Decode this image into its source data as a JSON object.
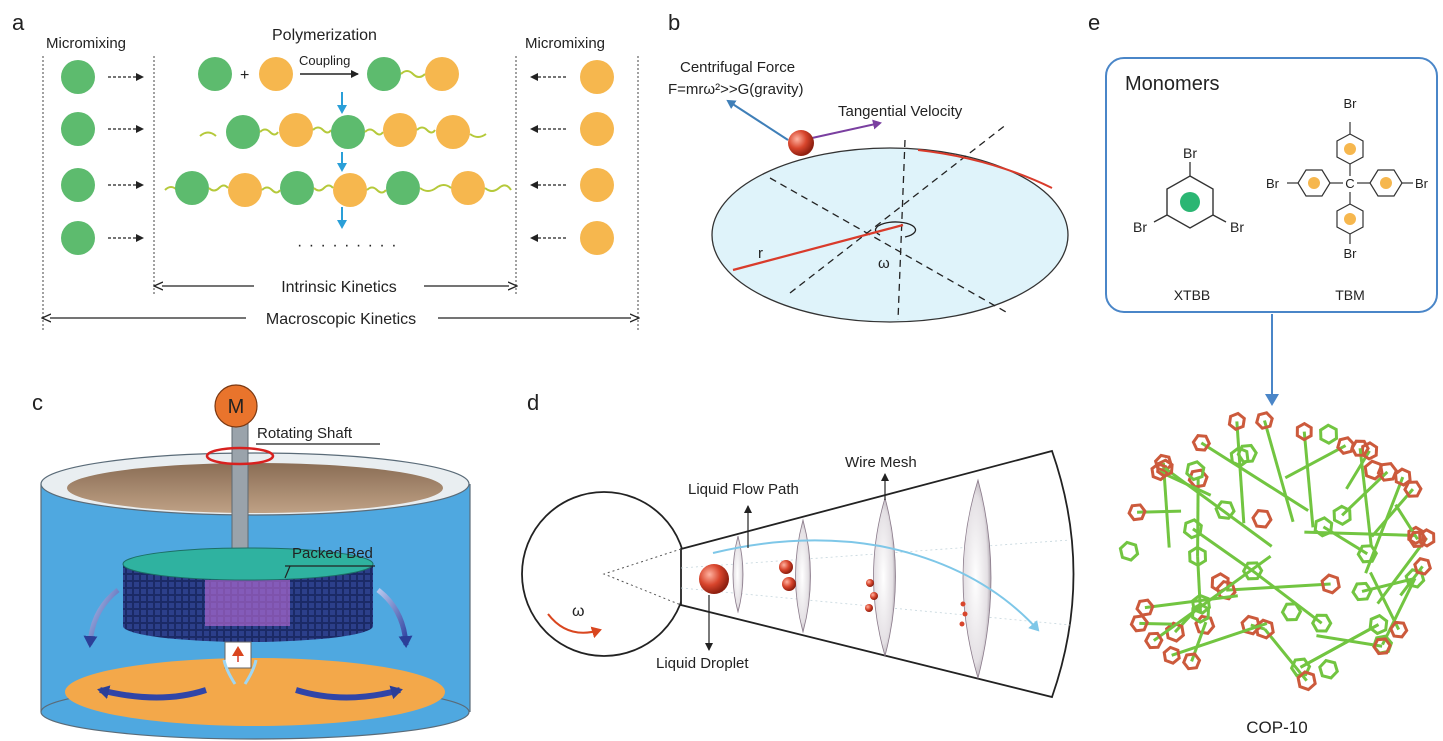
{
  "panels": {
    "a": {
      "label": "a",
      "micromixing_left": "Micromixing",
      "polymerization": "Polymerization",
      "micromixing_right": "Micromixing",
      "plus": "+",
      "coupling": "Coupling",
      "dots": "· · · · · · · · ·",
      "intrinsic_kinetics": "Intrinsic Kinetics",
      "macroscopic_kinetics": "Macroscopic Kinetics"
    },
    "b": {
      "label": "b",
      "centrifugal_force": "Centrifugal Force",
      "force_equation": "F=mrω²>>G(gravity)",
      "tangential_velocity": "Tangential Velocity",
      "radius": "r",
      "omega": "ω"
    },
    "c": {
      "label": "c",
      "motor": "M",
      "rotating_shaft": "Rotating Shaft",
      "packed_bed": "Packed Bed"
    },
    "d": {
      "label": "d",
      "liquid_flow_path": "Liquid Flow Path",
      "wire_mesh": "Wire Mesh",
      "liquid_droplet": "Liquid Droplet",
      "omega": "ω"
    },
    "e": {
      "label": "e",
      "monomers_title": "Monomers",
      "xtbb_name": "XTBB",
      "tbm_name": "TBM",
      "br": "Br",
      "carbon": "C",
      "product": "COP-10"
    }
  },
  "colors": {
    "green_monomer": "#5dbb6e",
    "orange_monomer": "#f6b74e",
    "arrow_blue": "#2a9fd8",
    "box_blue": "#4a86c8",
    "reactor_blue": "#4fa8e0",
    "disk_fill": "#dff3fa",
    "red_line": "#d93b2b",
    "motor_orange": "#e9742c",
    "bed_navy": "#1e2e6b",
    "bed_teal": "#2fb2a0",
    "base_orange": "#f3a84a",
    "cop_green": "#72c541",
    "cop_red": "#cc5a3c"
  }
}
